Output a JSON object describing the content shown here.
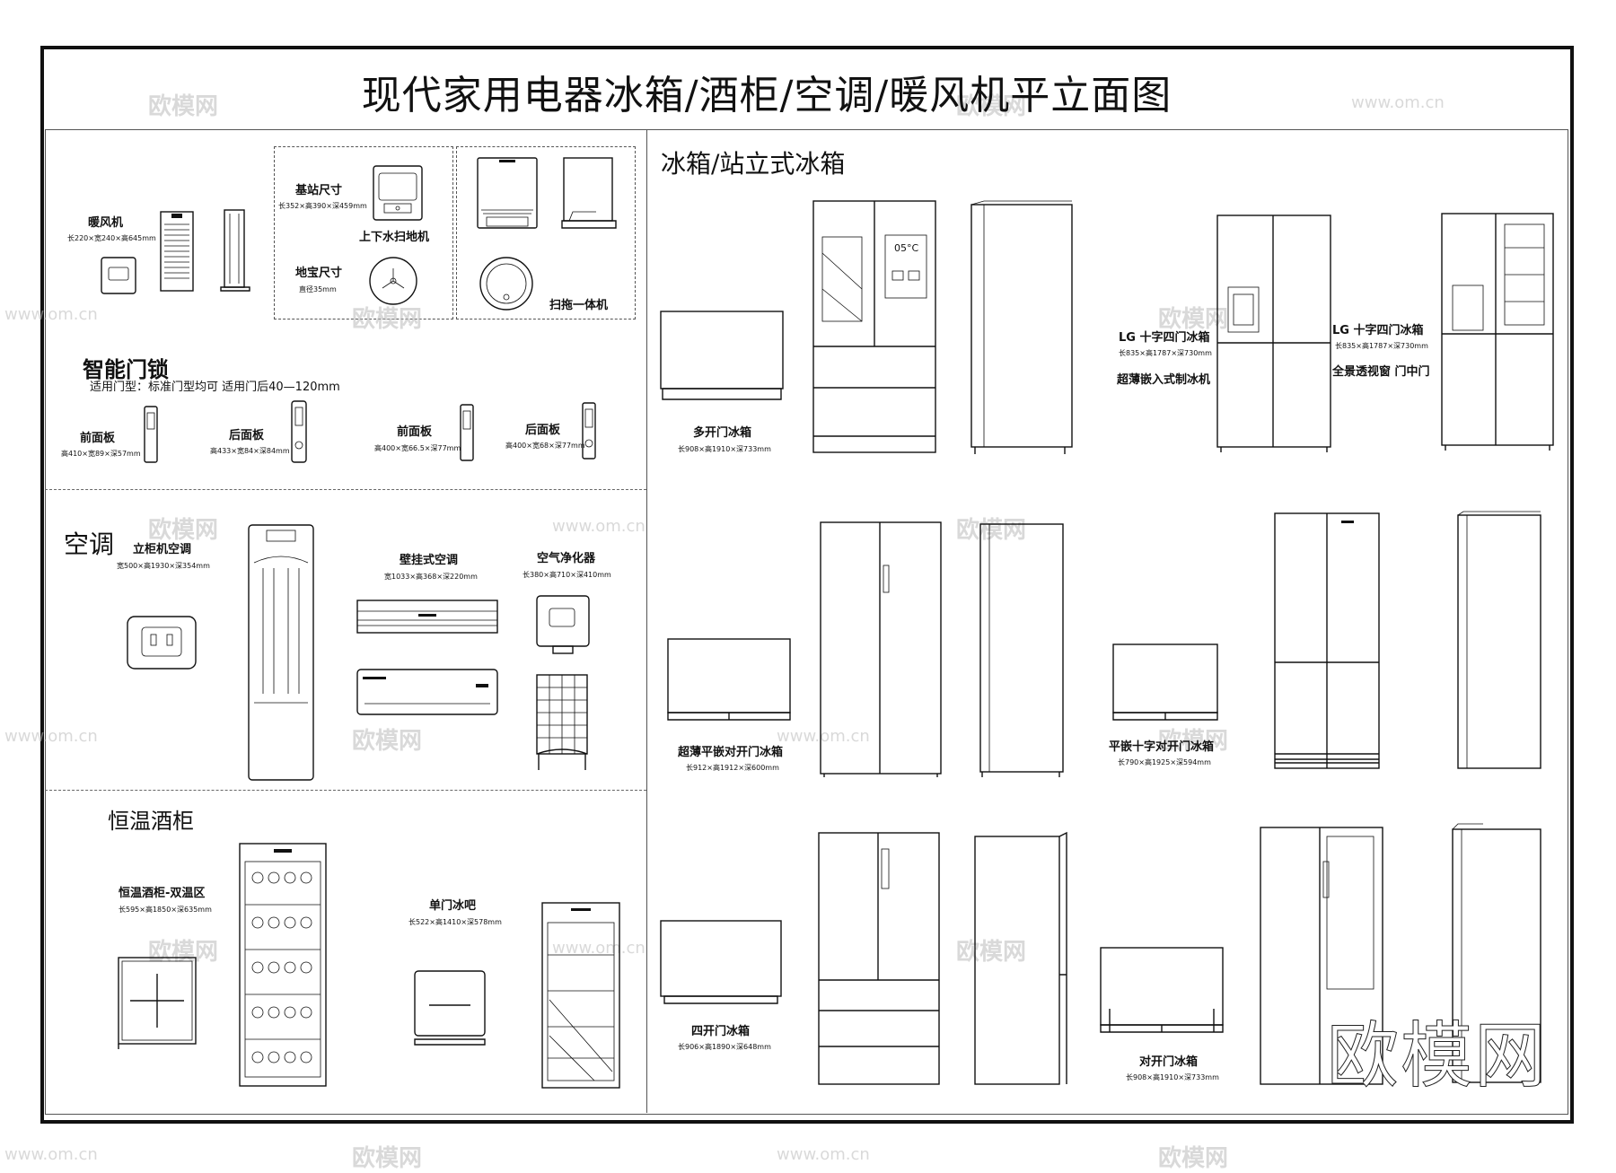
{
  "title": "现代家用电器冰箱/酒柜/空调/暖风机平立面图",
  "sections": {
    "heater": {
      "name": "暖风机",
      "dim": "长220×宽240×高645mm"
    },
    "robot": {
      "base_label": "基站尺寸",
      "base_dim": "长352×高390×深459mm",
      "model1": "上下水扫地机",
      "robot_label": "地宝尺寸",
      "robot_dim": "直径35mm",
      "model2": "扫拖一体机"
    },
    "lock": {
      "title": "智能门锁",
      "subtitle": "适用门型：标准门型均可  适用门后40—120mm",
      "items": [
        {
          "label": "前面板",
          "dim": "高410×宽89×深57mm"
        },
        {
          "label": "后面板",
          "dim": "高433×宽84×深84mm"
        },
        {
          "label": "前面板",
          "dim": "高400×宽66.5×深77mm"
        },
        {
          "label": "后面板",
          "dim": "高400×宽68×深77mm"
        }
      ]
    },
    "ac": {
      "title": "空调",
      "standing": "立柜机空调",
      "standing_dim": "宽500×高1930×深354mm",
      "wall": "壁挂式空调",
      "wall_dim": "宽1033×高368×深220mm",
      "purifier": "空气净化器",
      "purifier_dim": "长380×高710×深410mm"
    },
    "wine": {
      "title": "恒温酒柜",
      "dual": "恒温酒柜-双温区",
      "dual_dim": "长595×高1850×深635mm",
      "bar": "单门冰吧",
      "bar_dim": "长522×高1410×深578mm"
    },
    "fridge": {
      "title": "冰箱/站立式冰箱",
      "items": [
        {
          "label": "多开门冰箱",
          "dim": "长908×高1910×深733mm"
        },
        {
          "label": "LG 十字四门冰箱",
          "dim": "长835×高1787×深730mm",
          "note": "超薄嵌入式制冰机"
        },
        {
          "label": "LG 十字四门冰箱",
          "dim": "长835×高1787×深730mm",
          "note": "全景透视窗 门中门"
        },
        {
          "label": "超薄平嵌对开门冰箱",
          "dim": "长912×高1912×深600mm"
        },
        {
          "label": "平嵌十字对开门冰箱",
          "dim": "长790×高1925×深594mm"
        },
        {
          "label": "四开门冰箱",
          "dim": "长906×高1890×深648mm"
        },
        {
          "label": "对开门冰箱",
          "dim": "长908×高1910×深733mm"
        }
      ]
    }
  },
  "watermark": {
    "text": "欧模网",
    "url": "www.om.cn"
  },
  "brand": "欧模网"
}
